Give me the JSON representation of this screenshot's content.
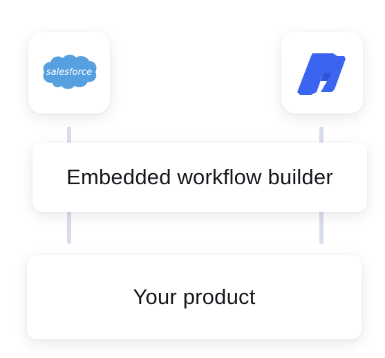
{
  "diagram": {
    "integrations": [
      {
        "name": "salesforce",
        "logo_text": "salesforce",
        "color": "#57A0E0"
      },
      {
        "name": "product-logo",
        "logo_text": "",
        "color": "#3B64F1"
      }
    ],
    "middle_card": {
      "label": "Embedded workflow builder"
    },
    "bottom_card": {
      "label": "Your product"
    },
    "colors": {
      "connector": "#d8dded",
      "card_bg": "#ffffff",
      "text": "#15171c"
    }
  }
}
